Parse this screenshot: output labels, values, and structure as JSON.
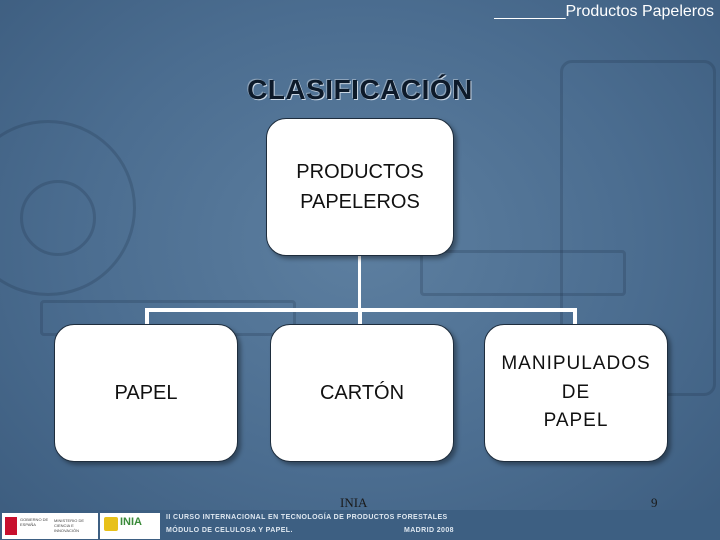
{
  "header": {
    "text": "________Productos Papeleros"
  },
  "title": "CLASIFICACIÓN",
  "diagram": {
    "root": {
      "line1": "PRODUCTOS",
      "line2": "PAPELEROS"
    },
    "children": [
      {
        "line1": "PAPEL"
      },
      {
        "line1": "CARTÓN"
      },
      {
        "line1": "MANIPULADOS",
        "line2": "DE",
        "line3": "PAPEL"
      }
    ]
  },
  "footer": {
    "label": "INIA",
    "page_number": "9",
    "course_line": "II CURSO INTERNACIONAL EN TECNOLOGÍA DE PRODUCTOS FORESTALES",
    "module_line": "MÓDULO DE CELULOSA Y PAPEL.",
    "place_line": "MADRID 2008",
    "logos": {
      "gov_text": "GOBIERNO DE ESPAÑA",
      "ministry_text": "MINISTERIO DE CIENCIA E INNOVACIÓN",
      "inia_name": "INIA"
    }
  },
  "colors": {
    "background": "#4b6d90",
    "box": "#ffffff",
    "connector": "#ffffff"
  }
}
